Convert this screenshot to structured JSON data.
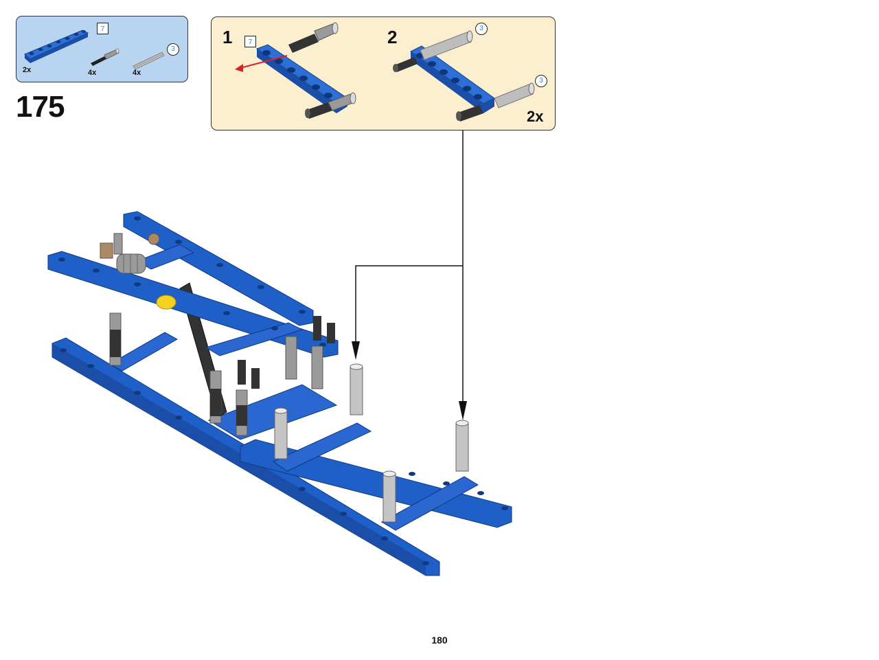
{
  "parts_list": {
    "items": [
      {
        "name": "blue liftarm",
        "qty": "2x",
        "length": "7"
      },
      {
        "name": "black axle pin",
        "qty": "4x"
      },
      {
        "name": "grey axle",
        "qty": "4x",
        "length": "3"
      }
    ]
  },
  "step": {
    "number": "175"
  },
  "submodel": {
    "steps": [
      {
        "number": "1",
        "length_label": "7"
      },
      {
        "number": "2",
        "axle_label_top": "3",
        "axle_label_bottom": "3"
      }
    ],
    "multiplier": "2x"
  },
  "colors": {
    "brick_blue": "#1f5fc8",
    "parts_bg": "#b8d4f0",
    "submodel_bg": "#fcefd0",
    "arrow_red": "#e02020",
    "label_blue": "#2a8ad0"
  },
  "icons": [
    "liftarm-icon",
    "axle-pin-icon",
    "axle-icon",
    "chassis-model-illustration",
    "callout-arrow-icon"
  ],
  "page": {
    "number": "180"
  }
}
